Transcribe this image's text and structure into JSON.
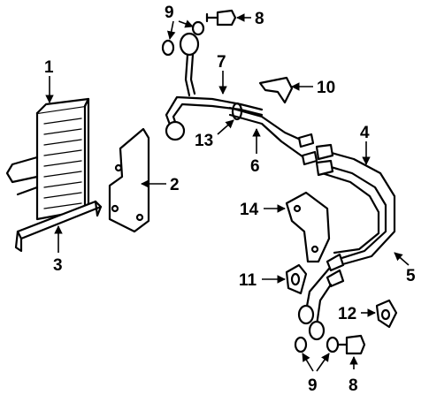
{
  "diagram": {
    "callouts": {
      "c1": "1",
      "c2": "2",
      "c3": "3",
      "c4": "4",
      "c5": "5",
      "c6": "6",
      "c7": "7",
      "c8_top": "8",
      "c8_bottom": "8",
      "c9_top": "9",
      "c9_bottom": "9",
      "c10": "10",
      "c11": "11",
      "c12": "12",
      "c13": "13",
      "c14": "14"
    }
  }
}
